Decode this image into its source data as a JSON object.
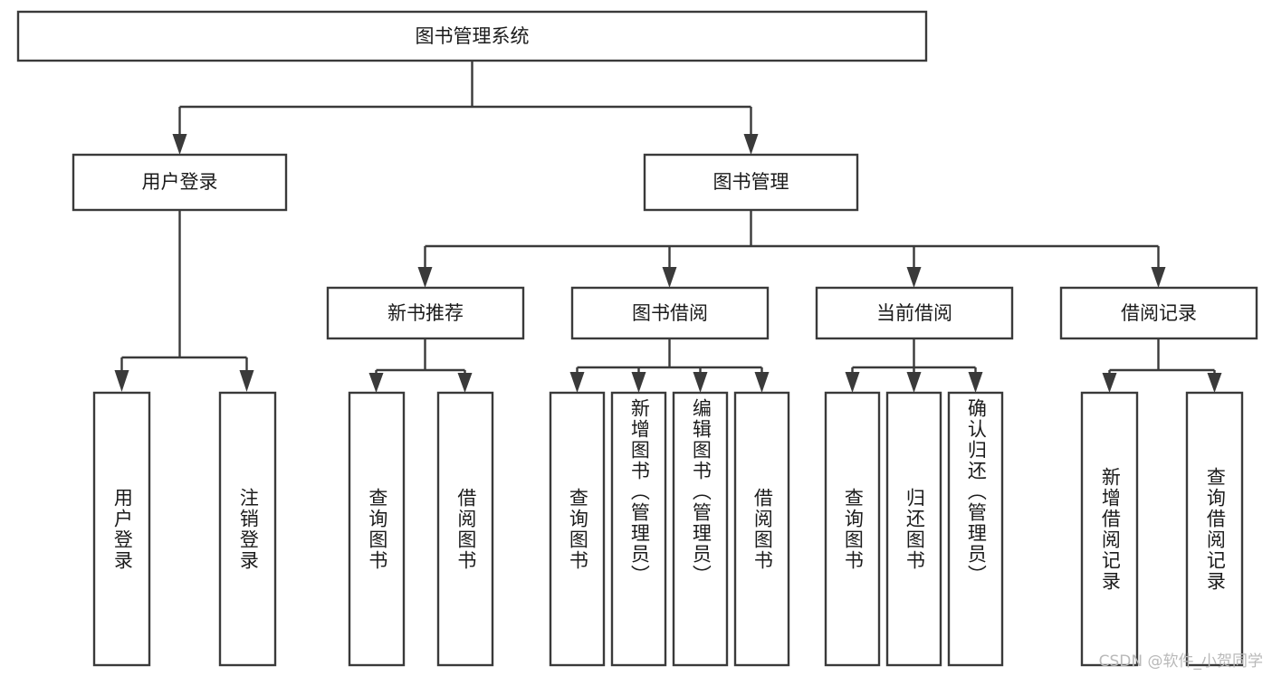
{
  "diagram": {
    "title": "图书管理系统",
    "type": "hierarchy-tree",
    "root": {
      "label": "图书管理系统"
    },
    "level2": [
      {
        "label": "用户登录"
      },
      {
        "label": "图书管理"
      }
    ],
    "level3": [
      {
        "label": "新书推荐"
      },
      {
        "label": "图书借阅"
      },
      {
        "label": "当前借阅"
      },
      {
        "label": "借阅记录"
      }
    ],
    "leaves": {
      "user_login": [
        {
          "label": "用户登录"
        },
        {
          "label": "注销登录"
        }
      ],
      "new_book_recommend": [
        {
          "label": "查询图书"
        },
        {
          "label": "借阅图书"
        }
      ],
      "book_borrow": [
        {
          "label": "查询图书"
        },
        {
          "label": "新增图书（管理员）"
        },
        {
          "label": "编辑图书（管理员）"
        },
        {
          "label": "借阅图书"
        }
      ],
      "current_borrow": [
        {
          "label": "查询图书"
        },
        {
          "label": "归还图书"
        },
        {
          "label": "确认归还（管理员）"
        }
      ],
      "borrow_record": [
        {
          "label": "新增借阅记录"
        },
        {
          "label": "查询借阅记录"
        }
      ]
    }
  },
  "watermark": {
    "text": "CSDN @软件_小贺同学"
  },
  "colors": {
    "box_stroke": "#3a3a3a",
    "box_fill": "#ffffff",
    "text": "#1b1b1b",
    "background": "#ffffff",
    "watermark": "#b9b9b9"
  }
}
